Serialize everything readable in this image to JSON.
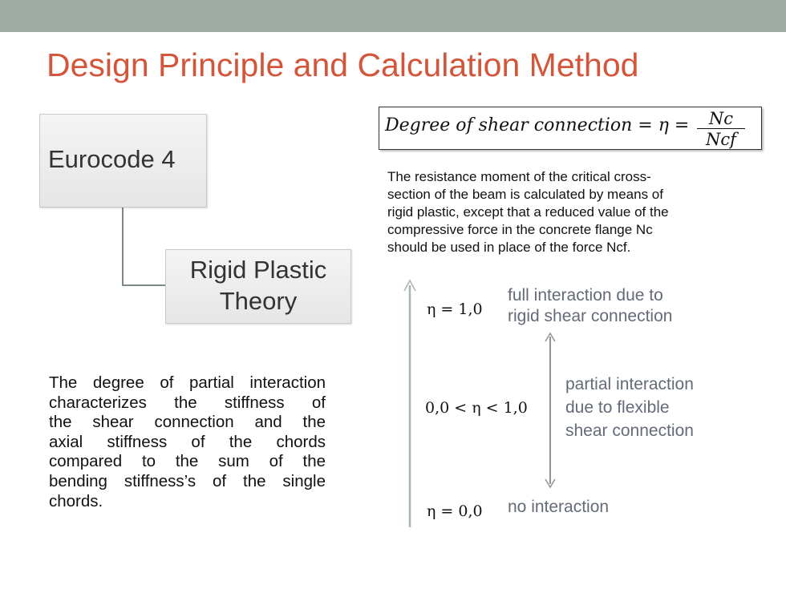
{
  "slide": {
    "title": "Design Principle and Calculation Method"
  },
  "hierarchy": {
    "box1": "Eurocode 4",
    "box2_line1": "Rigid Plastic",
    "box2_line2": "Theory"
  },
  "formula": {
    "left": "Degree of shear connection  = η =",
    "numerator": "Nc",
    "denominator": "Ncf"
  },
  "description": [
    "The resistance moment of the critical cross-",
    "section of the beam is calculated by means of",
    "rigid plastic, except that a reduced value of the",
    "compressive force in the concrete flange Nc",
    "should be used in place of the force Ncf."
  ],
  "left_paragraph": [
    "The degree of partial interaction",
    "characterizes the stiffness of",
    "the shear connection and the",
    "axial stiffness of the chords",
    "compared to the sum of the",
    "bending stiffness’s of the single",
    "chords."
  ],
  "scale": {
    "top": {
      "eta": "η = 1,0",
      "line1": "full interaction due to",
      "line2": "rigid shear connection"
    },
    "middle": {
      "eta": "0,0 < η < 1,0",
      "line1": "partial interaction",
      "line2": "due to flexible",
      "line3": "shear connection"
    },
    "bottom": {
      "eta": "η = 0,0",
      "line1": "no interaction"
    }
  },
  "colors": {
    "title": "#d3553a",
    "topbar": "#9eaaa3",
    "connector": "#7c8a80",
    "arrow": "#aab5ad",
    "label_gray": "#646a77"
  }
}
